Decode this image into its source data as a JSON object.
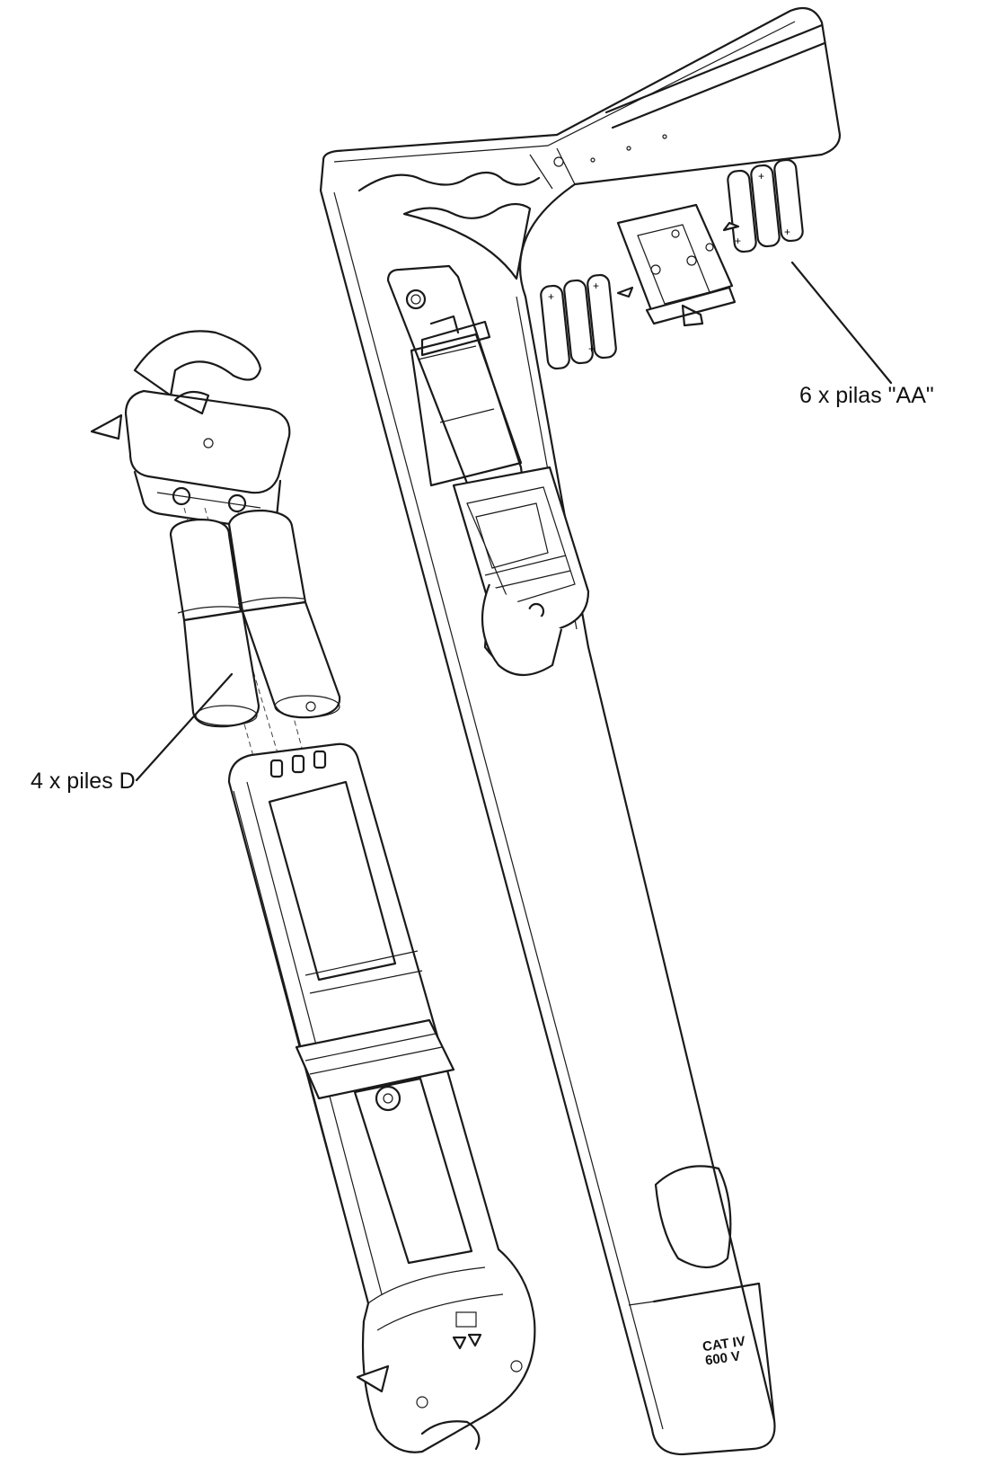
{
  "labels": {
    "aa_batteries": "6 x pilas \"AA\"",
    "d_batteries": "4 x piles D",
    "cat_line1": "CAT IV",
    "cat_line2": "600 V"
  },
  "colors": {
    "ink": "#1a1a1a",
    "background": "#ffffff"
  }
}
